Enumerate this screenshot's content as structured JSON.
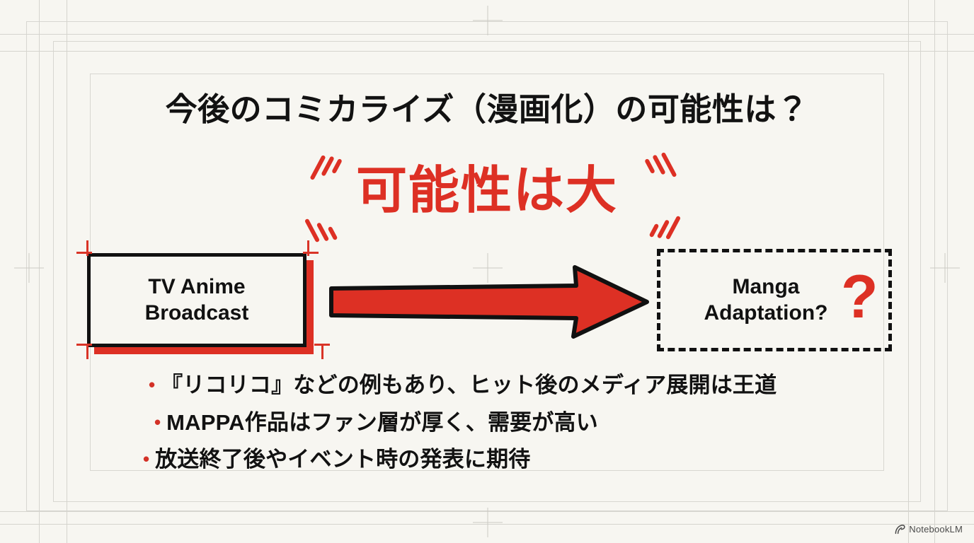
{
  "slide": {
    "title": "今後のコミカライズ（漫画化）の可能性は？",
    "headline": "可能性は大",
    "accent_color": "#dd3024",
    "ink_color": "#121212",
    "background_color": "#f7f6f1"
  },
  "flow": {
    "source_box": {
      "label": "TV Anime\nBroadcast",
      "style": "solid-black-with-red-shadow"
    },
    "arrow": {
      "direction": "right",
      "color": "#dd3024",
      "outline_color": "#111111"
    },
    "target_box": {
      "label": "Manga\nAdaptation?",
      "style": "dashed-black",
      "question_mark": "?"
    }
  },
  "bullets": [
    {
      "marker": "•",
      "text": "『リコリコ』などの例もあり、ヒット後のメディア展開は王道"
    },
    {
      "marker": "•",
      "text": "MAPPA作品はファン層が厚く、需要が高い"
    },
    {
      "marker": "•",
      "text": "放送終了後やイベント時の発表に期待"
    }
  ],
  "watermark": {
    "icon": "notebooklm-icon",
    "label": "NotebookLM"
  }
}
